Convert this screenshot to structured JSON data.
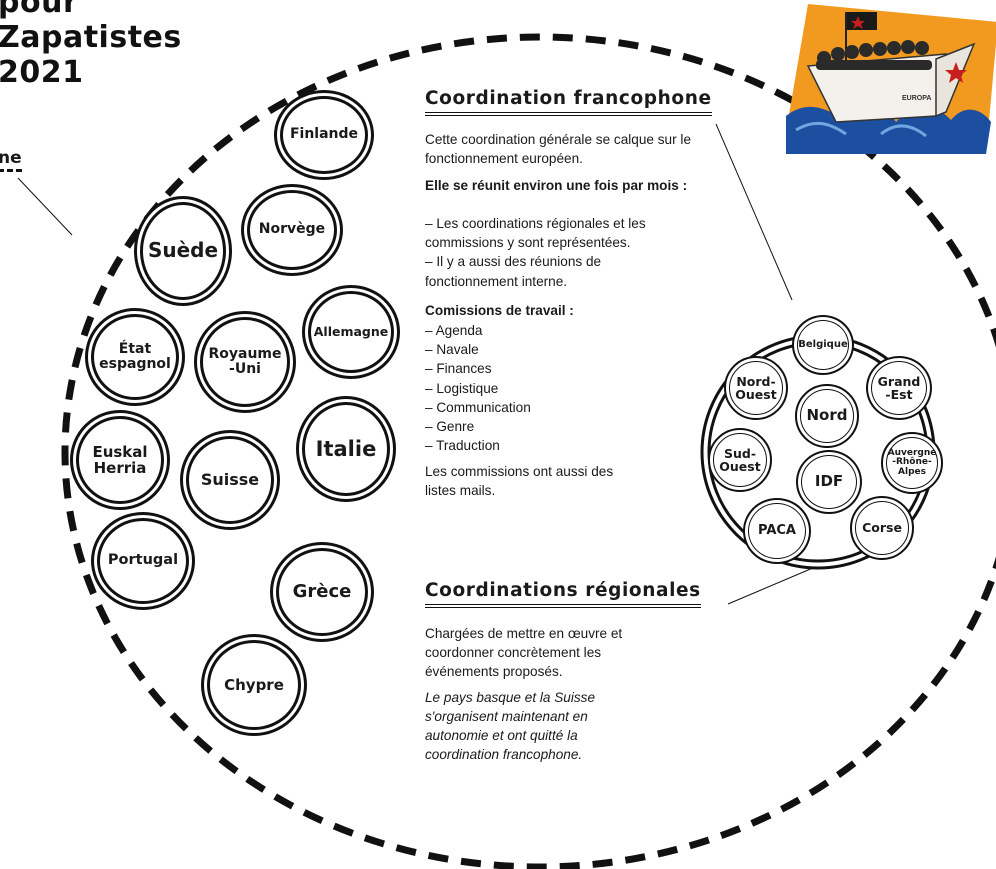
{
  "title": {
    "line1": "pour",
    "line2": "Zapatistes",
    "line3": "2021",
    "side_label": "ne"
  },
  "countries": [
    {
      "id": "finlande",
      "label": "Finlande"
    },
    {
      "id": "norvege",
      "label": "Norvège"
    },
    {
      "id": "suede",
      "label": "Suède"
    },
    {
      "id": "allemagne",
      "label": "Allemagne"
    },
    {
      "id": "etat-espagnol",
      "label": "État\nespagnol"
    },
    {
      "id": "royaume-uni",
      "label": "Royaume\n-Uni"
    },
    {
      "id": "euskal-herria",
      "label": "Euskal\nHerria"
    },
    {
      "id": "italie",
      "label": "Italie"
    },
    {
      "id": "suisse",
      "label": "Suisse"
    },
    {
      "id": "portugal",
      "label": "Portugal"
    },
    {
      "id": "grece",
      "label": "Grèce"
    },
    {
      "id": "chypre",
      "label": "Chypre"
    }
  ],
  "coordination": {
    "heading": "Coordination francophone",
    "intro": "Cette coordination générale se calque sur le fonctionnement européen.",
    "meeting_heading": "Elle se réunit environ une fois par mois :",
    "meeting_items": [
      "Les coordinations régionales et les commissions y sont représentées.",
      "Il y a aussi des réunions de fonctionnement interne."
    ],
    "commissions_heading": "Comissions de travail :",
    "commissions": [
      "Agenda",
      "Navale",
      "Finances",
      "Logistique",
      "Communication",
      "Genre",
      "Traduction"
    ],
    "mailing_note": "Les commissions ont aussi des listes mails."
  },
  "regional": {
    "heading": "Coordinations régionales",
    "description": "Chargées de mettre en œuvre et coordonner concrètement les événements proposés.",
    "note": "Le pays basque et la Suisse s'organisent maintenant en autonomie et ont quitté la coordination francophone."
  },
  "regions": [
    {
      "id": "belgique",
      "label": "Belgique"
    },
    {
      "id": "nord-ouest",
      "label": "Nord-\nOuest"
    },
    {
      "id": "grand-est",
      "label": "Grand\n-Est"
    },
    {
      "id": "nord",
      "label": "Nord"
    },
    {
      "id": "sud-ouest",
      "label": "Sud-\nOuest"
    },
    {
      "id": "auvergne-rhone-alpes",
      "label": "Auvergne\n-Rhône-\nAlpes"
    },
    {
      "id": "idf",
      "label": "IDF"
    },
    {
      "id": "paca",
      "label": "PACA"
    },
    {
      "id": "corse",
      "label": "Corse"
    }
  ],
  "illustration": {
    "boat_label": "EUROPA",
    "colors": {
      "orange": "#f29a1f",
      "sea": "#1d4fa0",
      "boat": "#f4f1ec",
      "flag": "#c81e1e"
    }
  }
}
